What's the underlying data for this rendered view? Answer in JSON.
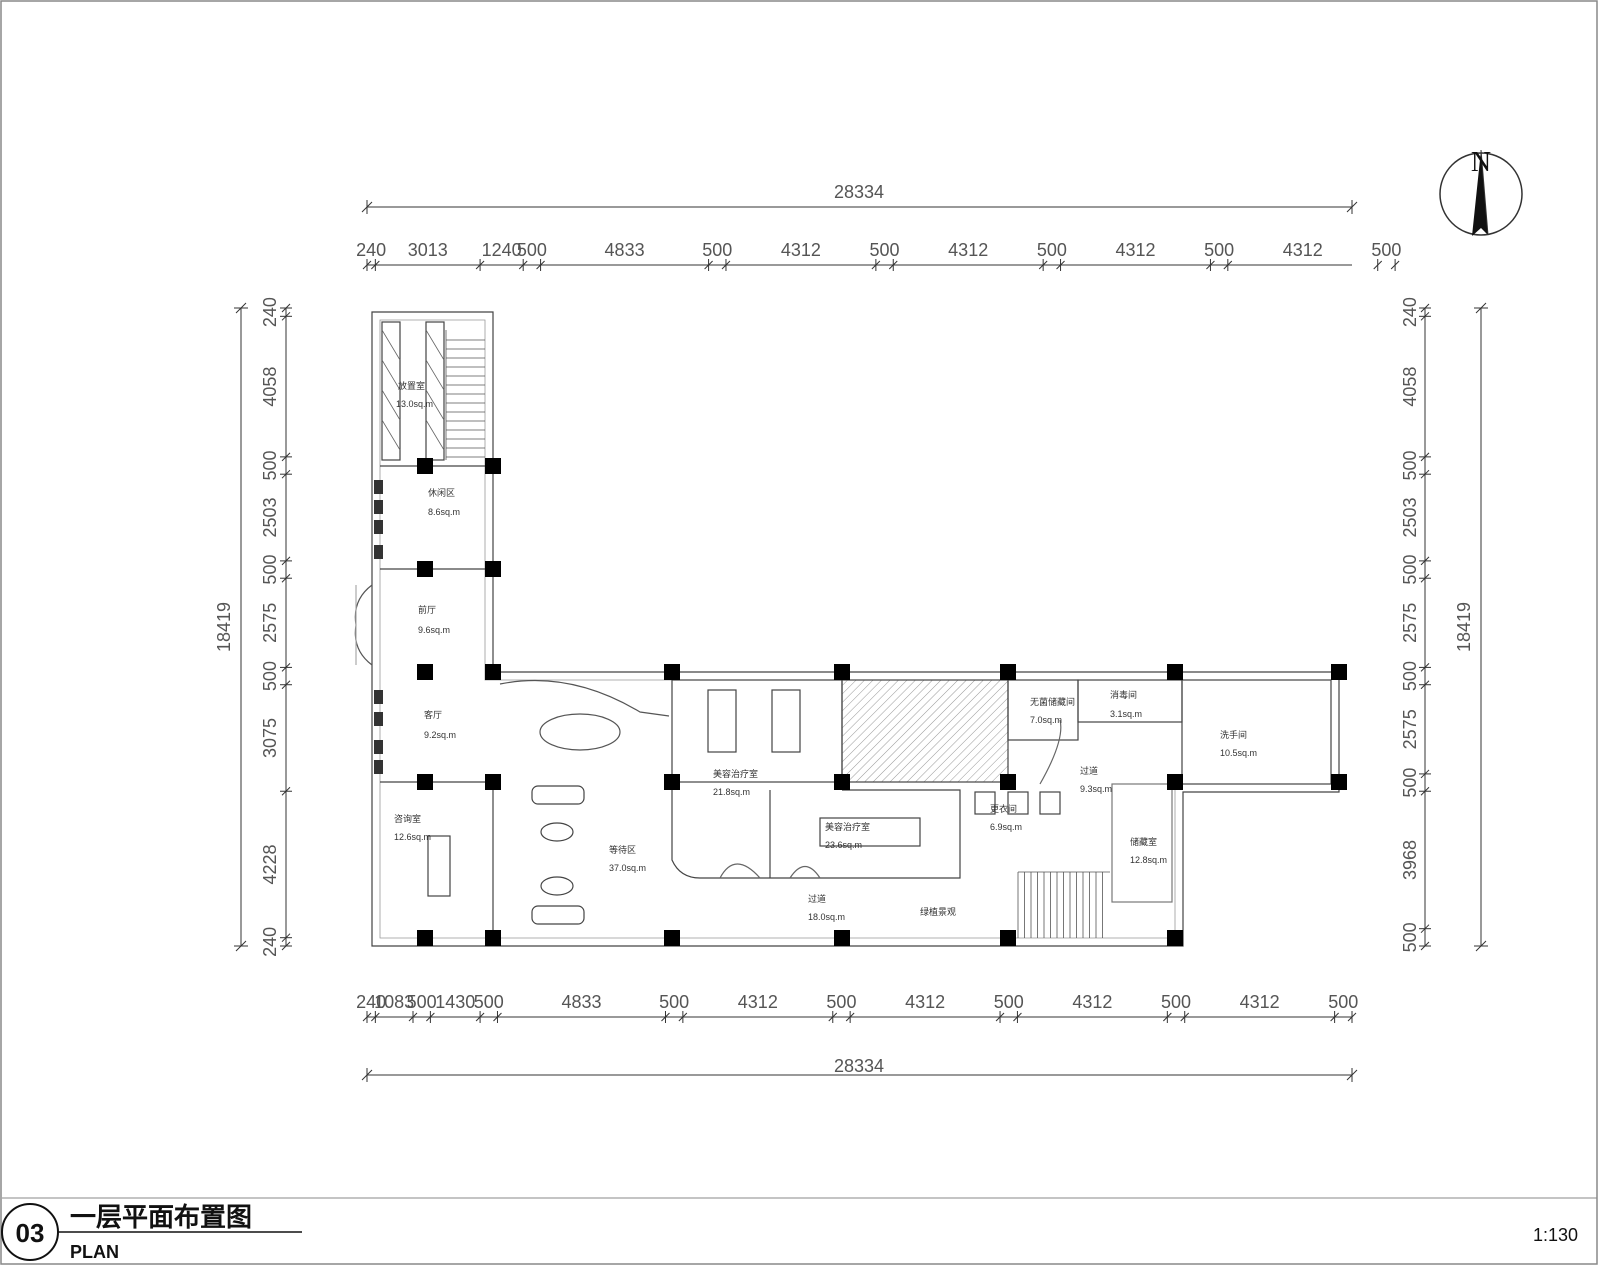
{
  "drawing": {
    "number": "03",
    "title_cn": "一层平面布置图",
    "title_en": "PLAN",
    "scale": "1:130",
    "north": "N"
  },
  "dimensions": {
    "total_width": "28334",
    "total_height": "18419",
    "top_segments": [
      "240",
      "3013",
      "1240",
      "500",
      "4833",
      "500",
      "4312",
      "500",
      "4312",
      "500",
      "4312",
      "500",
      "4312",
      "500"
    ],
    "bottom_segments": [
      "240",
      "1083",
      "500",
      "1430",
      "500",
      "4833",
      "500",
      "4312",
      "500",
      "4312",
      "500",
      "4312",
      "500",
      "4312",
      "500"
    ],
    "left_segments": [
      "240",
      "4058",
      "500",
      "2503",
      "500",
      "2575",
      "500",
      "3075",
      "4228",
      "240"
    ],
    "right_segments": [
      "240",
      "4058",
      "500",
      "2503",
      "500",
      "2575",
      "500",
      "2575",
      "500",
      "3968",
      "500"
    ]
  },
  "rooms": {
    "r1": {
      "name": "放置室",
      "area": "13.0sq.m"
    },
    "r2": {
      "name": "休闲区",
      "area": "8.6sq.m"
    },
    "r3": {
      "name": "前厅",
      "area": "9.6sq.m"
    },
    "r4": {
      "name": "客厅",
      "area": "9.2sq.m"
    },
    "r5": {
      "name": "咨询室",
      "area": "12.6sq.m"
    },
    "r6": {
      "name": "等待区",
      "area": "37.0sq.m"
    },
    "r7": {
      "name": "美容治疗室",
      "area": "21.8sq.m"
    },
    "r8": {
      "name": "美容治疗室",
      "area": "23.6sq.m"
    },
    "r9": {
      "name": "无菌储藏间",
      "area": "7.0sq.m"
    },
    "r10": {
      "name": "消毒间",
      "area": "3.1sq.m"
    },
    "r11": {
      "name": "洗手间",
      "area": "10.5sq.m"
    },
    "r12": {
      "name": "过道",
      "area": "9.3sq.m"
    },
    "r13": {
      "name": "更衣间",
      "area": "6.9sq.m"
    },
    "r14": {
      "name": "储藏室",
      "area": "12.8sq.m"
    },
    "r15": {
      "name": "过道",
      "area": "18.0sq.m"
    },
    "r16": {
      "name": "绿植景观"
    }
  }
}
